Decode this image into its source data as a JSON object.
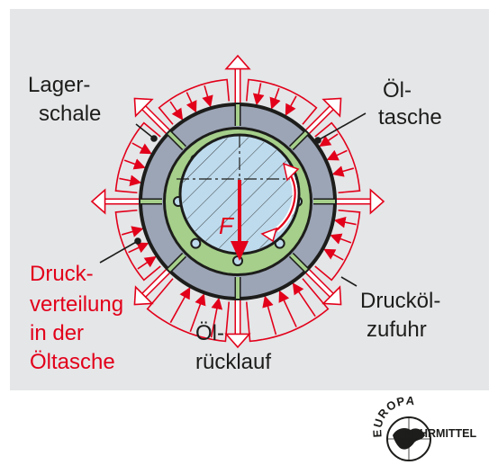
{
  "labels": {
    "lagerschale": [
      "Lager-",
      "schale"
    ],
    "oeltasche": [
      "Öl-",
      "tasche"
    ],
    "druckverteilung": [
      "Druck-",
      "verteilung",
      "in der",
      "Öltasche"
    ],
    "oelruecklauf": [
      "Öl-",
      "rücklauf"
    ],
    "druckoelzufuhr": [
      "Drucköl-",
      "zufuhr"
    ],
    "force": "F"
  },
  "logo": {
    "top_text": "EUROPA",
    "bottom_text": "LEHRMITTEL"
  },
  "colors": {
    "panel": "#e5e6e8",
    "red": "#e2001a",
    "green": "#a5cf8a",
    "shell": "#9ca5b6",
    "shaft": "#bedbed",
    "dark": "#1d1d1b"
  }
}
